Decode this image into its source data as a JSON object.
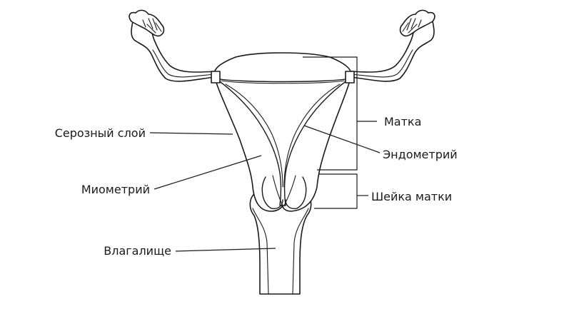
{
  "labels": {
    "serous_layer": "Серозный слой",
    "myometrium": "Миометрий",
    "vagina": "Влагалище",
    "uterus": "Матка",
    "endometrium": "Эндометрий",
    "cervix": "Шейка матки"
  },
  "colors": {
    "line": "#1a1a1a",
    "background": "#ffffff"
  }
}
